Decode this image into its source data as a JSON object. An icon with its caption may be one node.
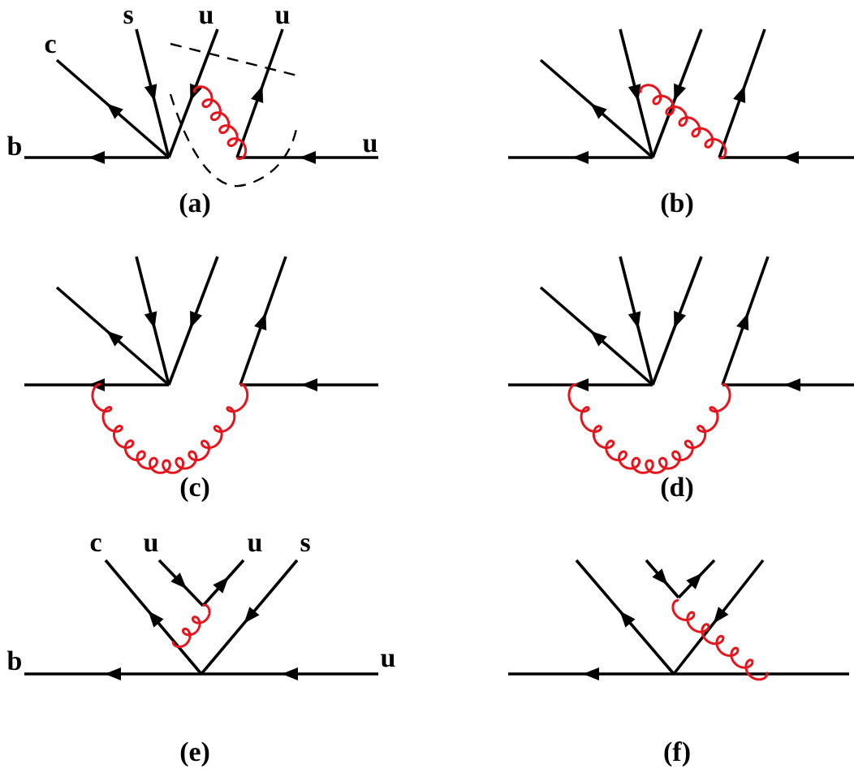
{
  "diagram": {
    "labels": [
      "c",
      "s",
      "u",
      "u",
      "b",
      "u",
      "(a)",
      "(b)",
      "(c)",
      "(d)",
      "c",
      "u",
      "u",
      "s",
      "b",
      "u",
      "(e)",
      "(f)"
    ]
  }
}
